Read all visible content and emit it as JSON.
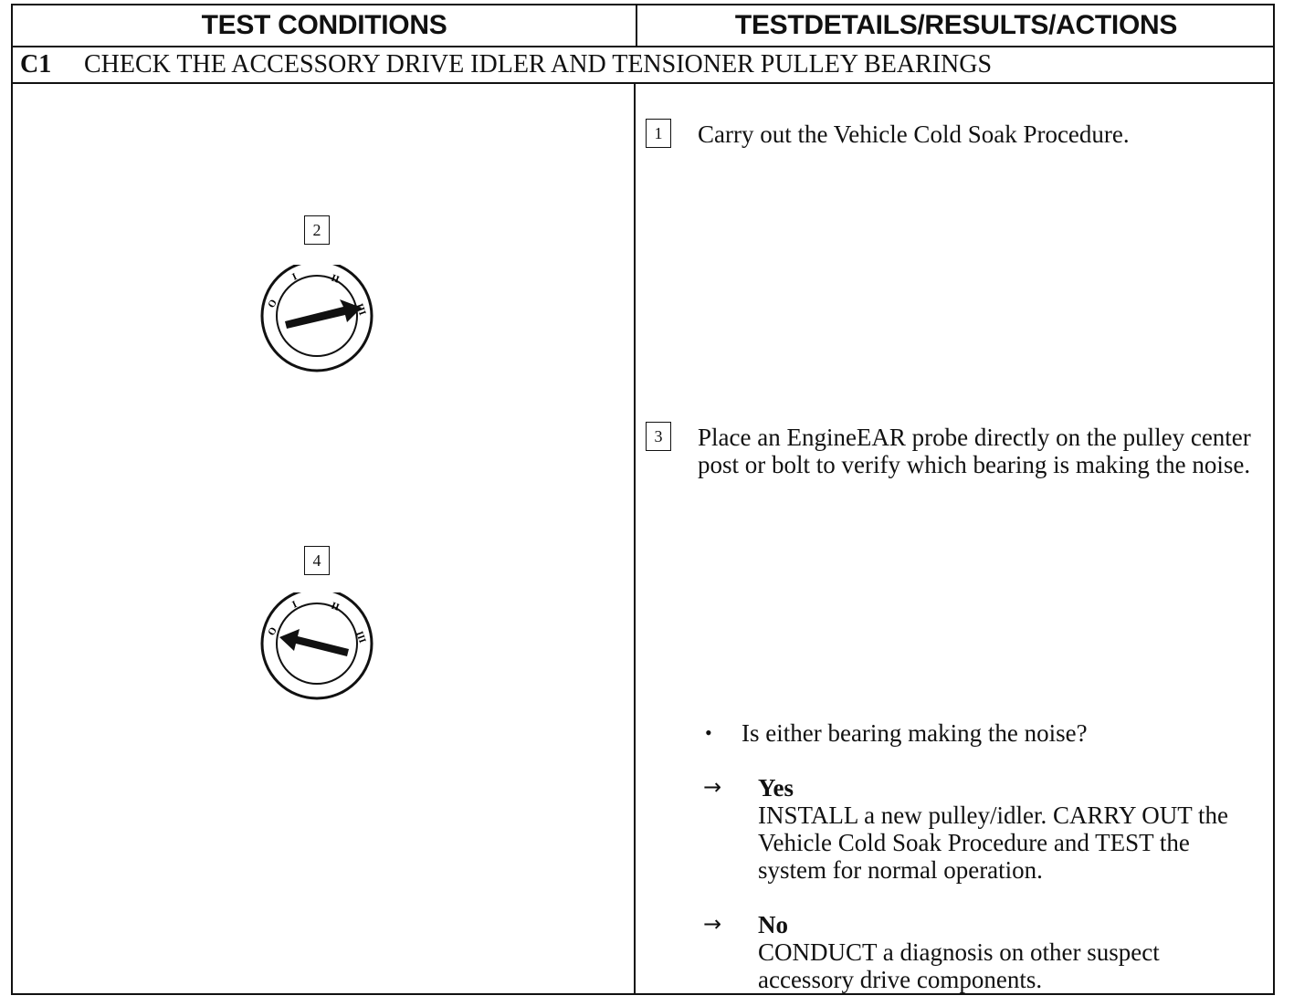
{
  "header": {
    "left": "TEST CONDITIONS",
    "right": "TESTDETAILS/RESULTS/ACTIONS"
  },
  "section": {
    "code": "C1",
    "title": "CHECK THE ACCESSORY DRIVE IDLER AND TENSIONER PULLEY BEARINGS"
  },
  "steps": [
    {
      "num": "1",
      "text": "Carry out the Vehicle Cold Soak Procedure."
    },
    {
      "num": "2"
    },
    {
      "num": "3",
      "text": "Place an EngineEAR probe directly on the pulley center post or bolt to verify which bearing is making the noise."
    },
    {
      "num": "4"
    }
  ],
  "ignition_dials": [
    {
      "position_shown": "III",
      "labels": [
        "O",
        "I",
        "II",
        "III"
      ]
    },
    {
      "position_shown": "O",
      "labels": [
        "O",
        "I",
        "II",
        "III"
      ]
    }
  ],
  "question": {
    "bullet": "•",
    "text": "Is either bearing making the noise?"
  },
  "answers": [
    {
      "arrow": "→",
      "label": "Yes",
      "action": "INSTALL a new pulley/idler. CARRY OUT the Vehicle Cold Soak Procedure and TEST the system for normal operation."
    },
    {
      "arrow": "→",
      "label": "No",
      "action": "CONDUCT a diagnosis on other suspect accessory drive components."
    }
  ]
}
